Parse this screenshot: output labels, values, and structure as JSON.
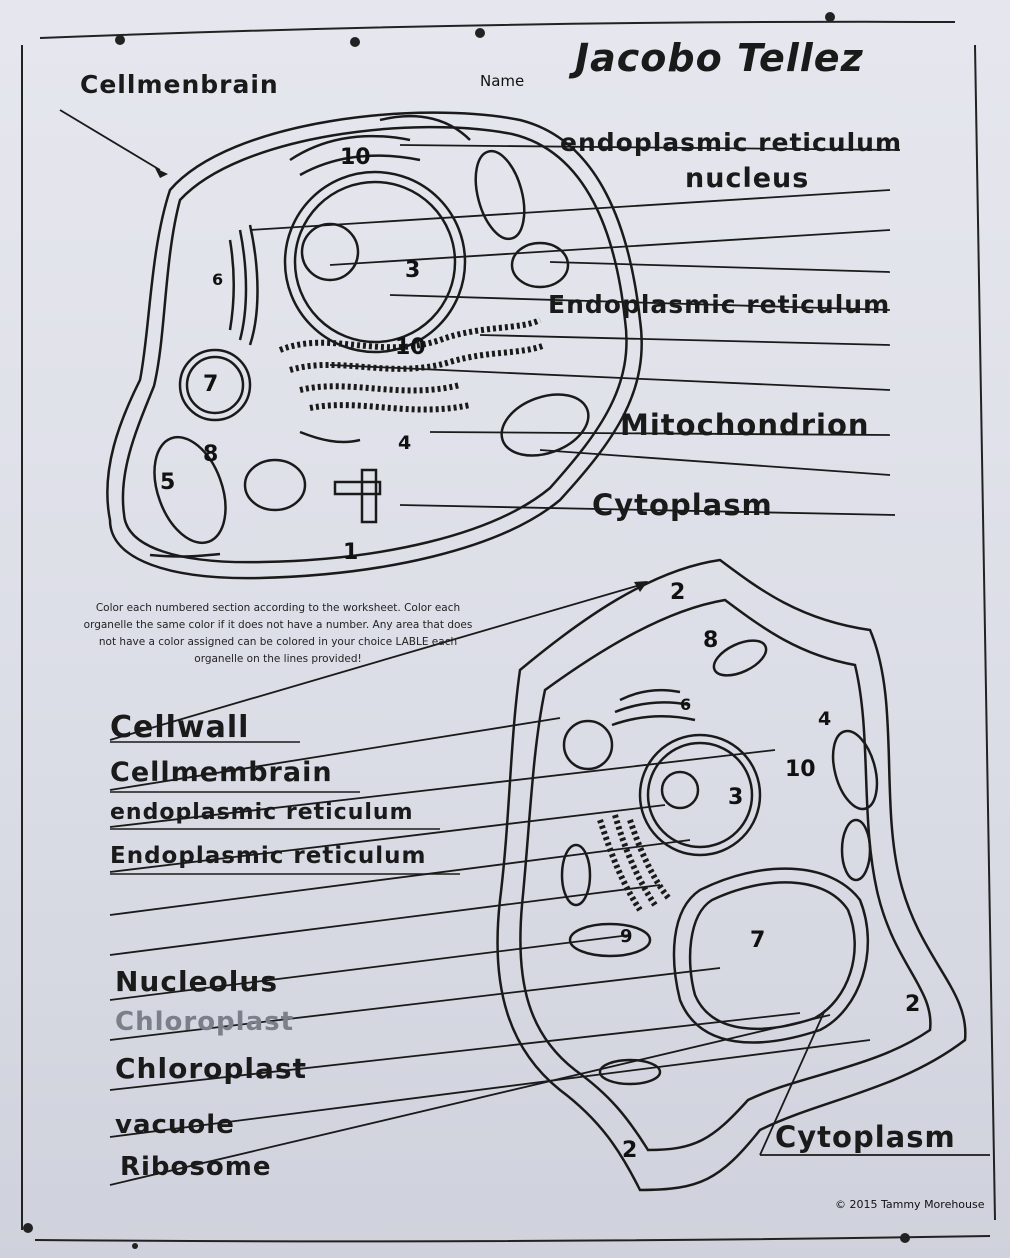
{
  "header": {
    "name_label": "Name",
    "name_value": "Jacobo Tellez"
  },
  "top_cell": {
    "corner_label": "Cellmenbrain",
    "numbers": [
      "10",
      "3",
      "6",
      "10",
      "7",
      "8",
      "4",
      "5",
      "1"
    ],
    "answers": [
      "endoplasmic reticulum",
      "nucleus",
      "",
      "",
      "Endoplasmic reticulum",
      "",
      "",
      "Mitochondrion",
      "",
      "Cytoplasm"
    ]
  },
  "instructions": "Color each numbered section according to the worksheet. Color each organelle the same color if it does not have a number. Any area that does not have a color assigned can be colored in your choice LABLE each organelle on the lines provided!",
  "bottom_cell": {
    "numbers": [
      "2",
      "8",
      "6",
      "4",
      "10",
      "3",
      "9",
      "7",
      "2",
      "2"
    ],
    "answers": [
      "Cellwall",
      "Cellmembrain",
      "endoplasmic reticulum",
      "Endoplasmic reticulum",
      "",
      "Nucleolus",
      "Chloroplast",
      "Chloroplast",
      "vacuole",
      "Ribosome"
    ],
    "right_answer": "Cytoplasm"
  },
  "footer": {
    "copyright": "© 2015 Tammy Morehouse"
  }
}
